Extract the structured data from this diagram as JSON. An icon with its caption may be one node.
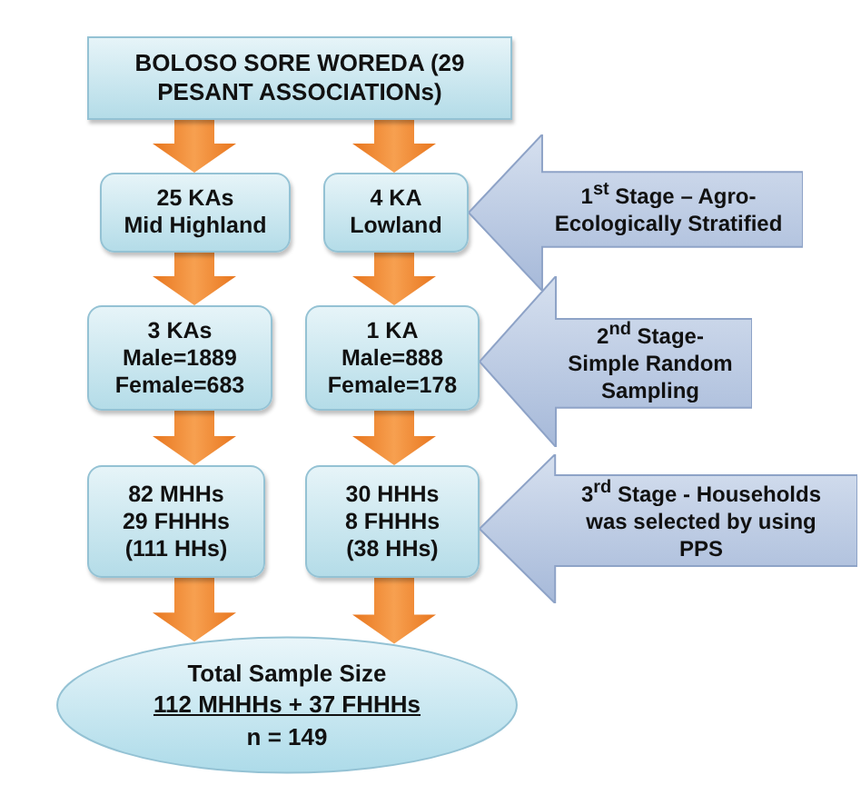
{
  "diagram": {
    "nodes": [
      {
        "text": [
          "BOLOSO SORE WOREDA (29 PESANT ASSOCIATIONs)"
        ]
      },
      {
        "text": [
          "25 KAs",
          "Mid Highland"
        ]
      },
      {
        "text": [
          "4 KA Lowland"
        ]
      },
      {
        "text": [
          "1$^{st}$ Stage – Agro-Ecologically Stratified"
        ]
      },
      {
        "text": [
          "3 KAs Male=1889 Female=683"
        ]
      },
      {
        "text": [
          "1 KA Male=888 Female=178"
        ]
      },
      {
        "text": [
          "2$^{nd}$ Stage- Simple Random Sampling"
        ]
      },
      {
        "text": [
          "82 MHHs 29 FHHHs (111 HHs)"
        ]
      },
      {
        "text": [
          "30 HHHs 8 FHHHs (38 HHs)"
        ]
      },
      {
        "text": [
          "3$^{rd}$ Stage - Households was selected by using PPS"
        ]
      },
      {
        "text": [
          "Total Sample Size",
          "112 MHHHs + 37 FHHHs",
          "n = 149"
        ]
      }
    ],
    "edges": [
      {
        "from": 0,
        "to": 1,
        "arrow": "to"
      },
      {
        "from": 0,
        "to": 2,
        "arrow": "to"
      },
      {
        "from": 1,
        "to": 4,
        "arrow": "to"
      },
      {
        "from": 2,
        "to": 5,
        "arrow": "to"
      },
      {
        "from": 4,
        "to": 7,
        "arrow": "to"
      },
      {
        "from": 5,
        "to": 8,
        "arrow": "to"
      },
      {
        "from": 7,
        "to": 10,
        "arrow": "to"
      },
      {
        "from": 8,
        "to": 10,
        "arrow": "to"
      }
    ]
  }
}
